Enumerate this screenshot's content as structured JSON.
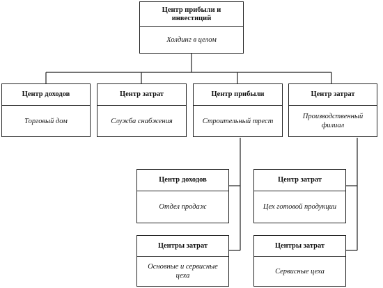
{
  "root": {
    "title": "Центр прибыли и инвестиций",
    "unit": "Холдинг в целом"
  },
  "level1": [
    {
      "title": "Центр доходов",
      "unit": "Торговый дом"
    },
    {
      "title": "Центр затрат",
      "unit": "Служба снабжения"
    },
    {
      "title": "Центр прибыли",
      "unit": "Строительный трест"
    },
    {
      "title": "Центр затрат",
      "unit": "Производственный филиал"
    }
  ],
  "level2": [
    {
      "title": "Центр доходов",
      "unit": "Отдел продаж"
    },
    {
      "title": "Центр затрат",
      "unit": "Цех готовой продукции"
    },
    {
      "title": "Центры затрат",
      "unit": "Основные и сервисные цеха"
    },
    {
      "title": "Центры затрат",
      "unit": "Сервисные цеха"
    }
  ]
}
